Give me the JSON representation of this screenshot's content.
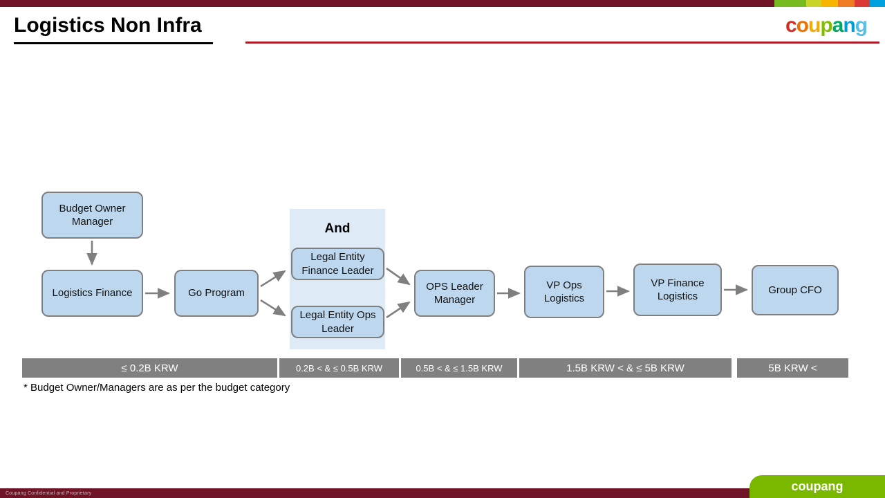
{
  "header": {
    "title": "Logistics Non Infra",
    "logo_letters": [
      "c",
      "o",
      "u",
      "p",
      "a",
      "n",
      "g"
    ]
  },
  "brand_colors": {
    "top_bar_maroon": "#6E1426",
    "title_rule_red": "#AE1C27",
    "top_segments": [
      "#76BC21",
      "#C8D427",
      "#F7B500",
      "#F07C22",
      "#DB3A34",
      "#00A0DF"
    ],
    "node_fill": "#BDD7EE",
    "node_border": "#7F7F7F",
    "and_panel_fill": "#DEEBF7",
    "band_gray": "#808080",
    "footer_green": "#7AB800"
  },
  "flow": {
    "and_label": "And",
    "nodes": {
      "budget_owner": "Budget Owner Manager",
      "logistics_finance": "Logistics Finance",
      "go_program": "Go Program",
      "legal_finance": "Legal Entity Finance Leader",
      "legal_ops": "Legal Entity Ops Leader",
      "ops_leader": "OPS Leader Manager",
      "vp_ops": "VP Ops Logistics",
      "vp_finance": "VP Finance Logistics",
      "group_cfo": "Group CFO"
    }
  },
  "bands": [
    {
      "label": "≤ 0.2B KRW"
    },
    {
      "label": "0.2B < & ≤ 0.5B KRW"
    },
    {
      "label": "0.5B < & ≤ 1.5B KRW"
    },
    {
      "label": "1.5B KRW < & ≤ 5B KRW"
    },
    {
      "label": "5B KRW <"
    }
  ],
  "footnote": "* Budget Owner/Managers are as per the budget category",
  "footer": {
    "confidential": "Coupang Confidential and Proprietary",
    "logo": "coupang"
  }
}
